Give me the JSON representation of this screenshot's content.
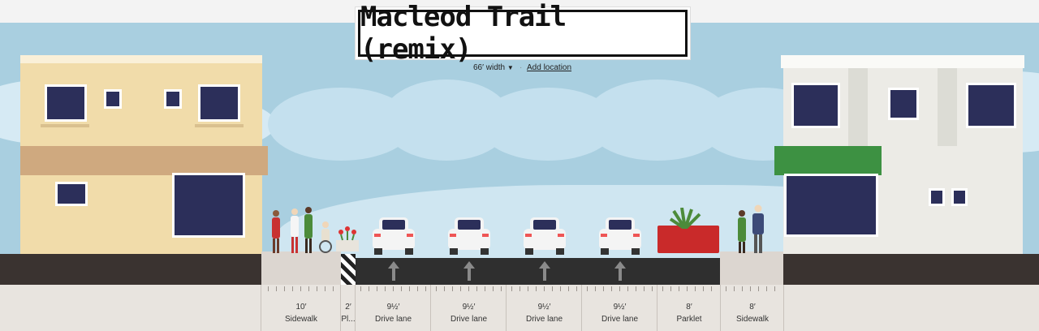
{
  "title": "Macleod Trail (remix)",
  "meta": {
    "width_label": "66′ width",
    "separator": "·",
    "add_location": "Add location"
  },
  "segments": [
    {
      "width": "10′",
      "name": "Sidewalk"
    },
    {
      "width": "2′",
      "name": "Pl..."
    },
    {
      "width": "9½′",
      "name": "Drive lane"
    },
    {
      "width": "9½′",
      "name": "Drive lane"
    },
    {
      "width": "9½′",
      "name": "Drive lane"
    },
    {
      "width": "9½′",
      "name": "Drive lane"
    },
    {
      "width": "8′",
      "name": "Parklet"
    },
    {
      "width": "8′",
      "name": "Sidewalk"
    }
  ],
  "colors": {
    "sky": "#a9cfe0",
    "road": "#2f2f2f",
    "left_building": "#f1dcaa",
    "right_awning": "#3d9142",
    "parklet": "#c92a2a"
  },
  "icons": {
    "dropdown": "chevron-down-icon",
    "lane_direction": "arrow-up-icon"
  }
}
